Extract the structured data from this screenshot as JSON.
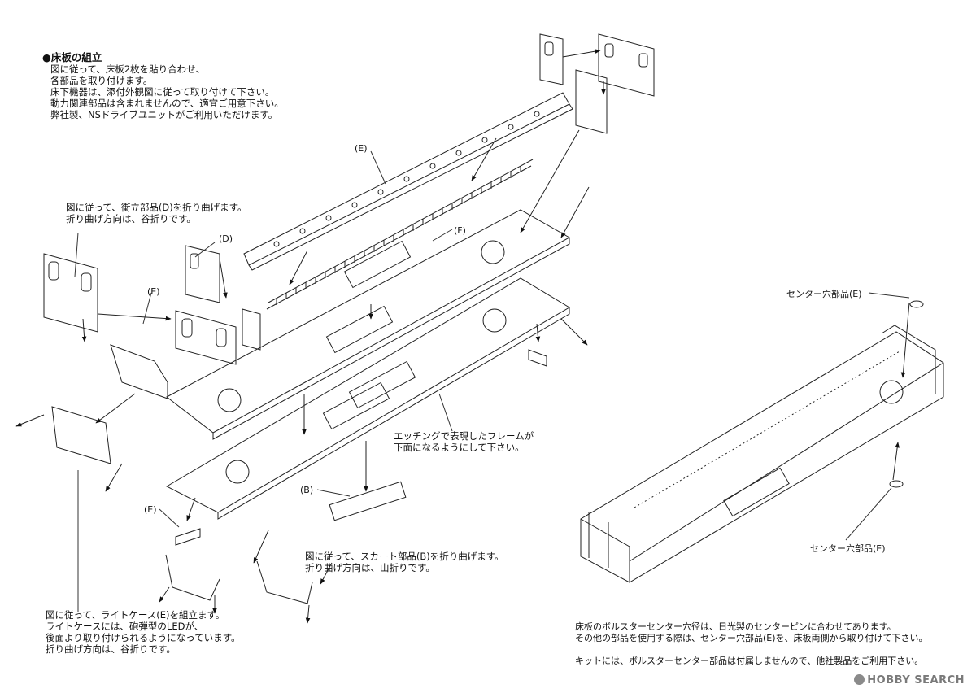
{
  "intro": {
    "title": "●床板の組立",
    "lines": [
      "図に従って、床板2枚を貼り合わせ、",
      "各部品を取り付けます。",
      "床下機器は、添付外観図に従って取り付けて下さい。",
      "動力関連部品は含まれませんので、適宜ご用意下さい。",
      "弊社製、NSドライブユニットがご利用いただけます。"
    ]
  },
  "note_d": [
    "図に従って、衝立部品(D)を折り曲げます。",
    "折り曲げ方向は、谷折りです。"
  ],
  "note_frame": [
    "エッチングで表現したフレームが",
    "下面になるようにして下さい。"
  ],
  "note_skirt": [
    "図に従って、スカート部品(B)を折り曲げます。",
    "折り曲げ方向は、山折りです。"
  ],
  "note_light": [
    "図に従って、ライトケース(E)を組立ます。",
    "ライトケースには、砲弾型のLEDが、",
    "後面より取り付けられるようになっています。",
    "折り曲げ方向は、谷折りです。"
  ],
  "note_bolster": [
    "床板のボルスターセンター穴径は、日光製のセンターピンに合わせてあります。",
    "その他の部品を使用する際は、センター穴部品(E)を、床板両側から取り付けて下さい。",
    "",
    "キットには、ボルスターセンター部品は付属しませんので、他社製品をご利用下さい。"
  ],
  "labels": {
    "e_top": "(E)",
    "d": "(D)",
    "e_left": "(E)",
    "f": "(F)",
    "b": "(B)",
    "e_bottom": "(E)",
    "center_top": "センター穴部品(E)",
    "center_bottom": "センター穴部品(E)"
  },
  "watermark": "HOBBY SEARCH"
}
